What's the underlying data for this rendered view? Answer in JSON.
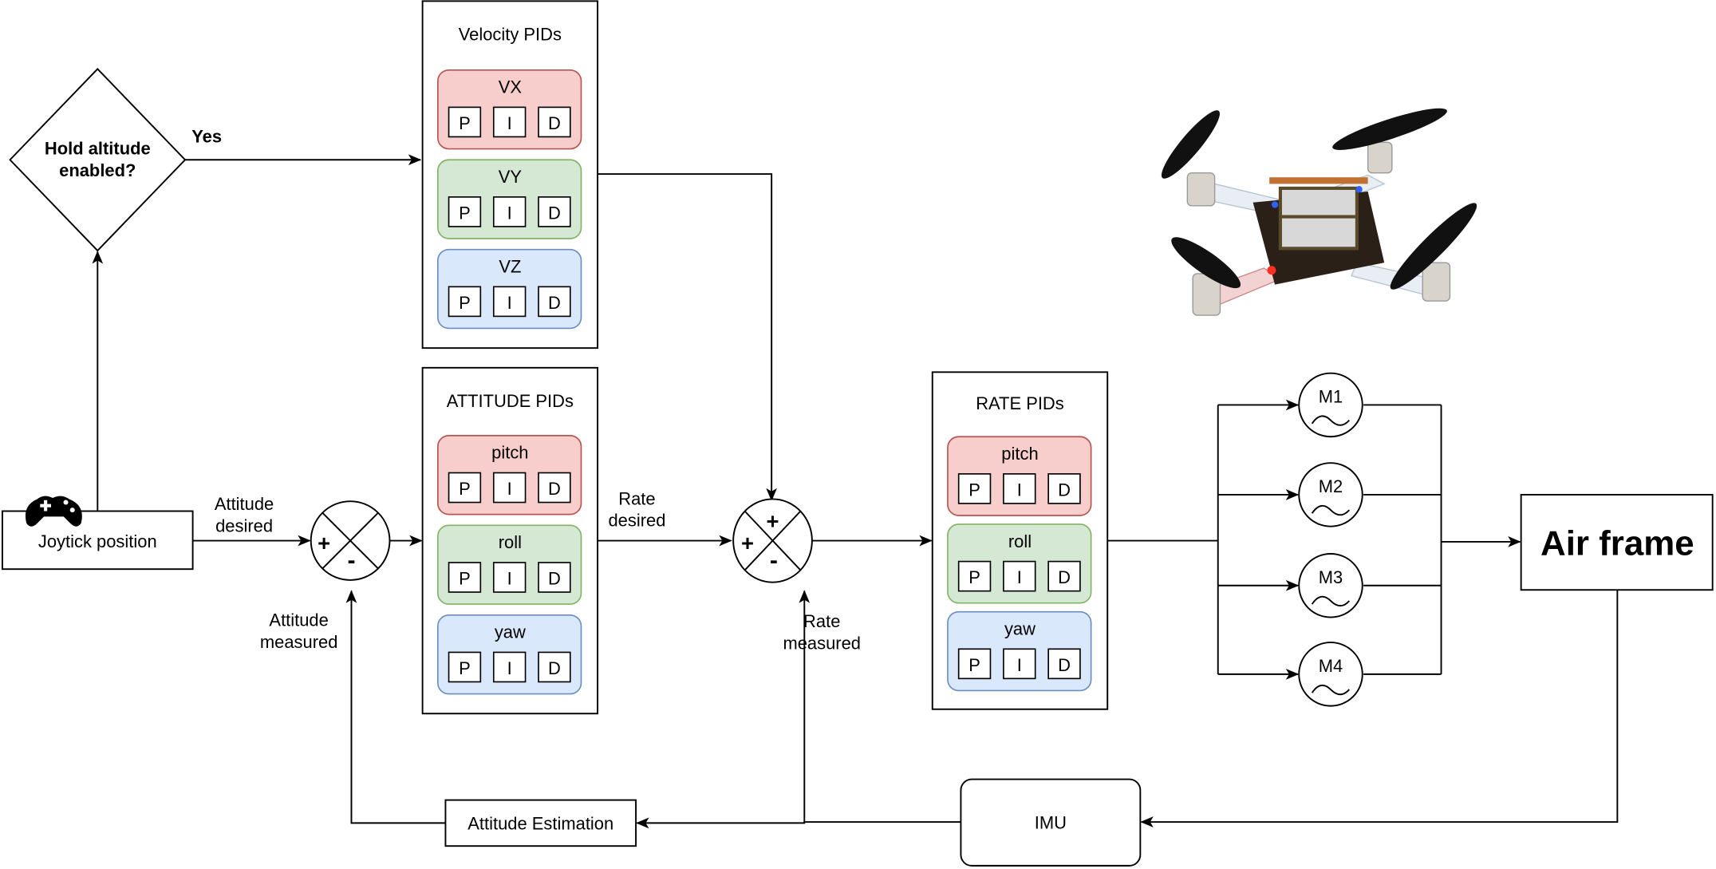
{
  "decision": {
    "label_line1": "Hold altitude",
    "label_line2": "enabled?",
    "yes_label": "Yes"
  },
  "joystick": {
    "label": "Joytick position",
    "icon": "gamepad-icon"
  },
  "edges": {
    "attitude_desired": [
      "Attitude",
      "desired"
    ],
    "attitude_measured": [
      "Attitude",
      "measured"
    ],
    "rate_desired": [
      "Rate",
      "desired"
    ],
    "rate_measured": [
      "Rate",
      "measured"
    ]
  },
  "summers": {
    "attitude": {
      "plus": "+",
      "minus": "-"
    },
    "rate": {
      "plus_top": "+",
      "plus_left": "+",
      "minus": "-"
    }
  },
  "velocity_pids": {
    "title": "Velocity PIDs",
    "groups": [
      {
        "name": "VX",
        "color": "red"
      },
      {
        "name": "VY",
        "color": "green"
      },
      {
        "name": "VZ",
        "color": "blue"
      }
    ]
  },
  "attitude_pids": {
    "title": "ATTITUDE PIDs",
    "groups": [
      {
        "name": "pitch",
        "color": "red"
      },
      {
        "name": "roll",
        "color": "green"
      },
      {
        "name": "yaw",
        "color": "blue"
      }
    ]
  },
  "rate_pids": {
    "title": "RATE PIDs",
    "groups": [
      {
        "name": "pitch",
        "color": "red"
      },
      {
        "name": "roll",
        "color": "green"
      },
      {
        "name": "yaw",
        "color": "blue"
      }
    ]
  },
  "pid_terms": [
    "P",
    "I",
    "D"
  ],
  "motors": [
    "M1",
    "M2",
    "M3",
    "M4"
  ],
  "air_frame": {
    "label": "Air frame"
  },
  "imu": {
    "label": "IMU"
  },
  "attitude_estimation": {
    "label": "Attitude Estimation"
  },
  "drone_image": {
    "alt": "Crazyflie quadcopter photo"
  },
  "colors": {
    "red_fill": "#f8cecc",
    "red_stroke": "#b85450",
    "green_fill": "#d5e8d4",
    "green_stroke": "#82b366",
    "blue_fill": "#dae8fc",
    "blue_stroke": "#6c8ebf"
  }
}
